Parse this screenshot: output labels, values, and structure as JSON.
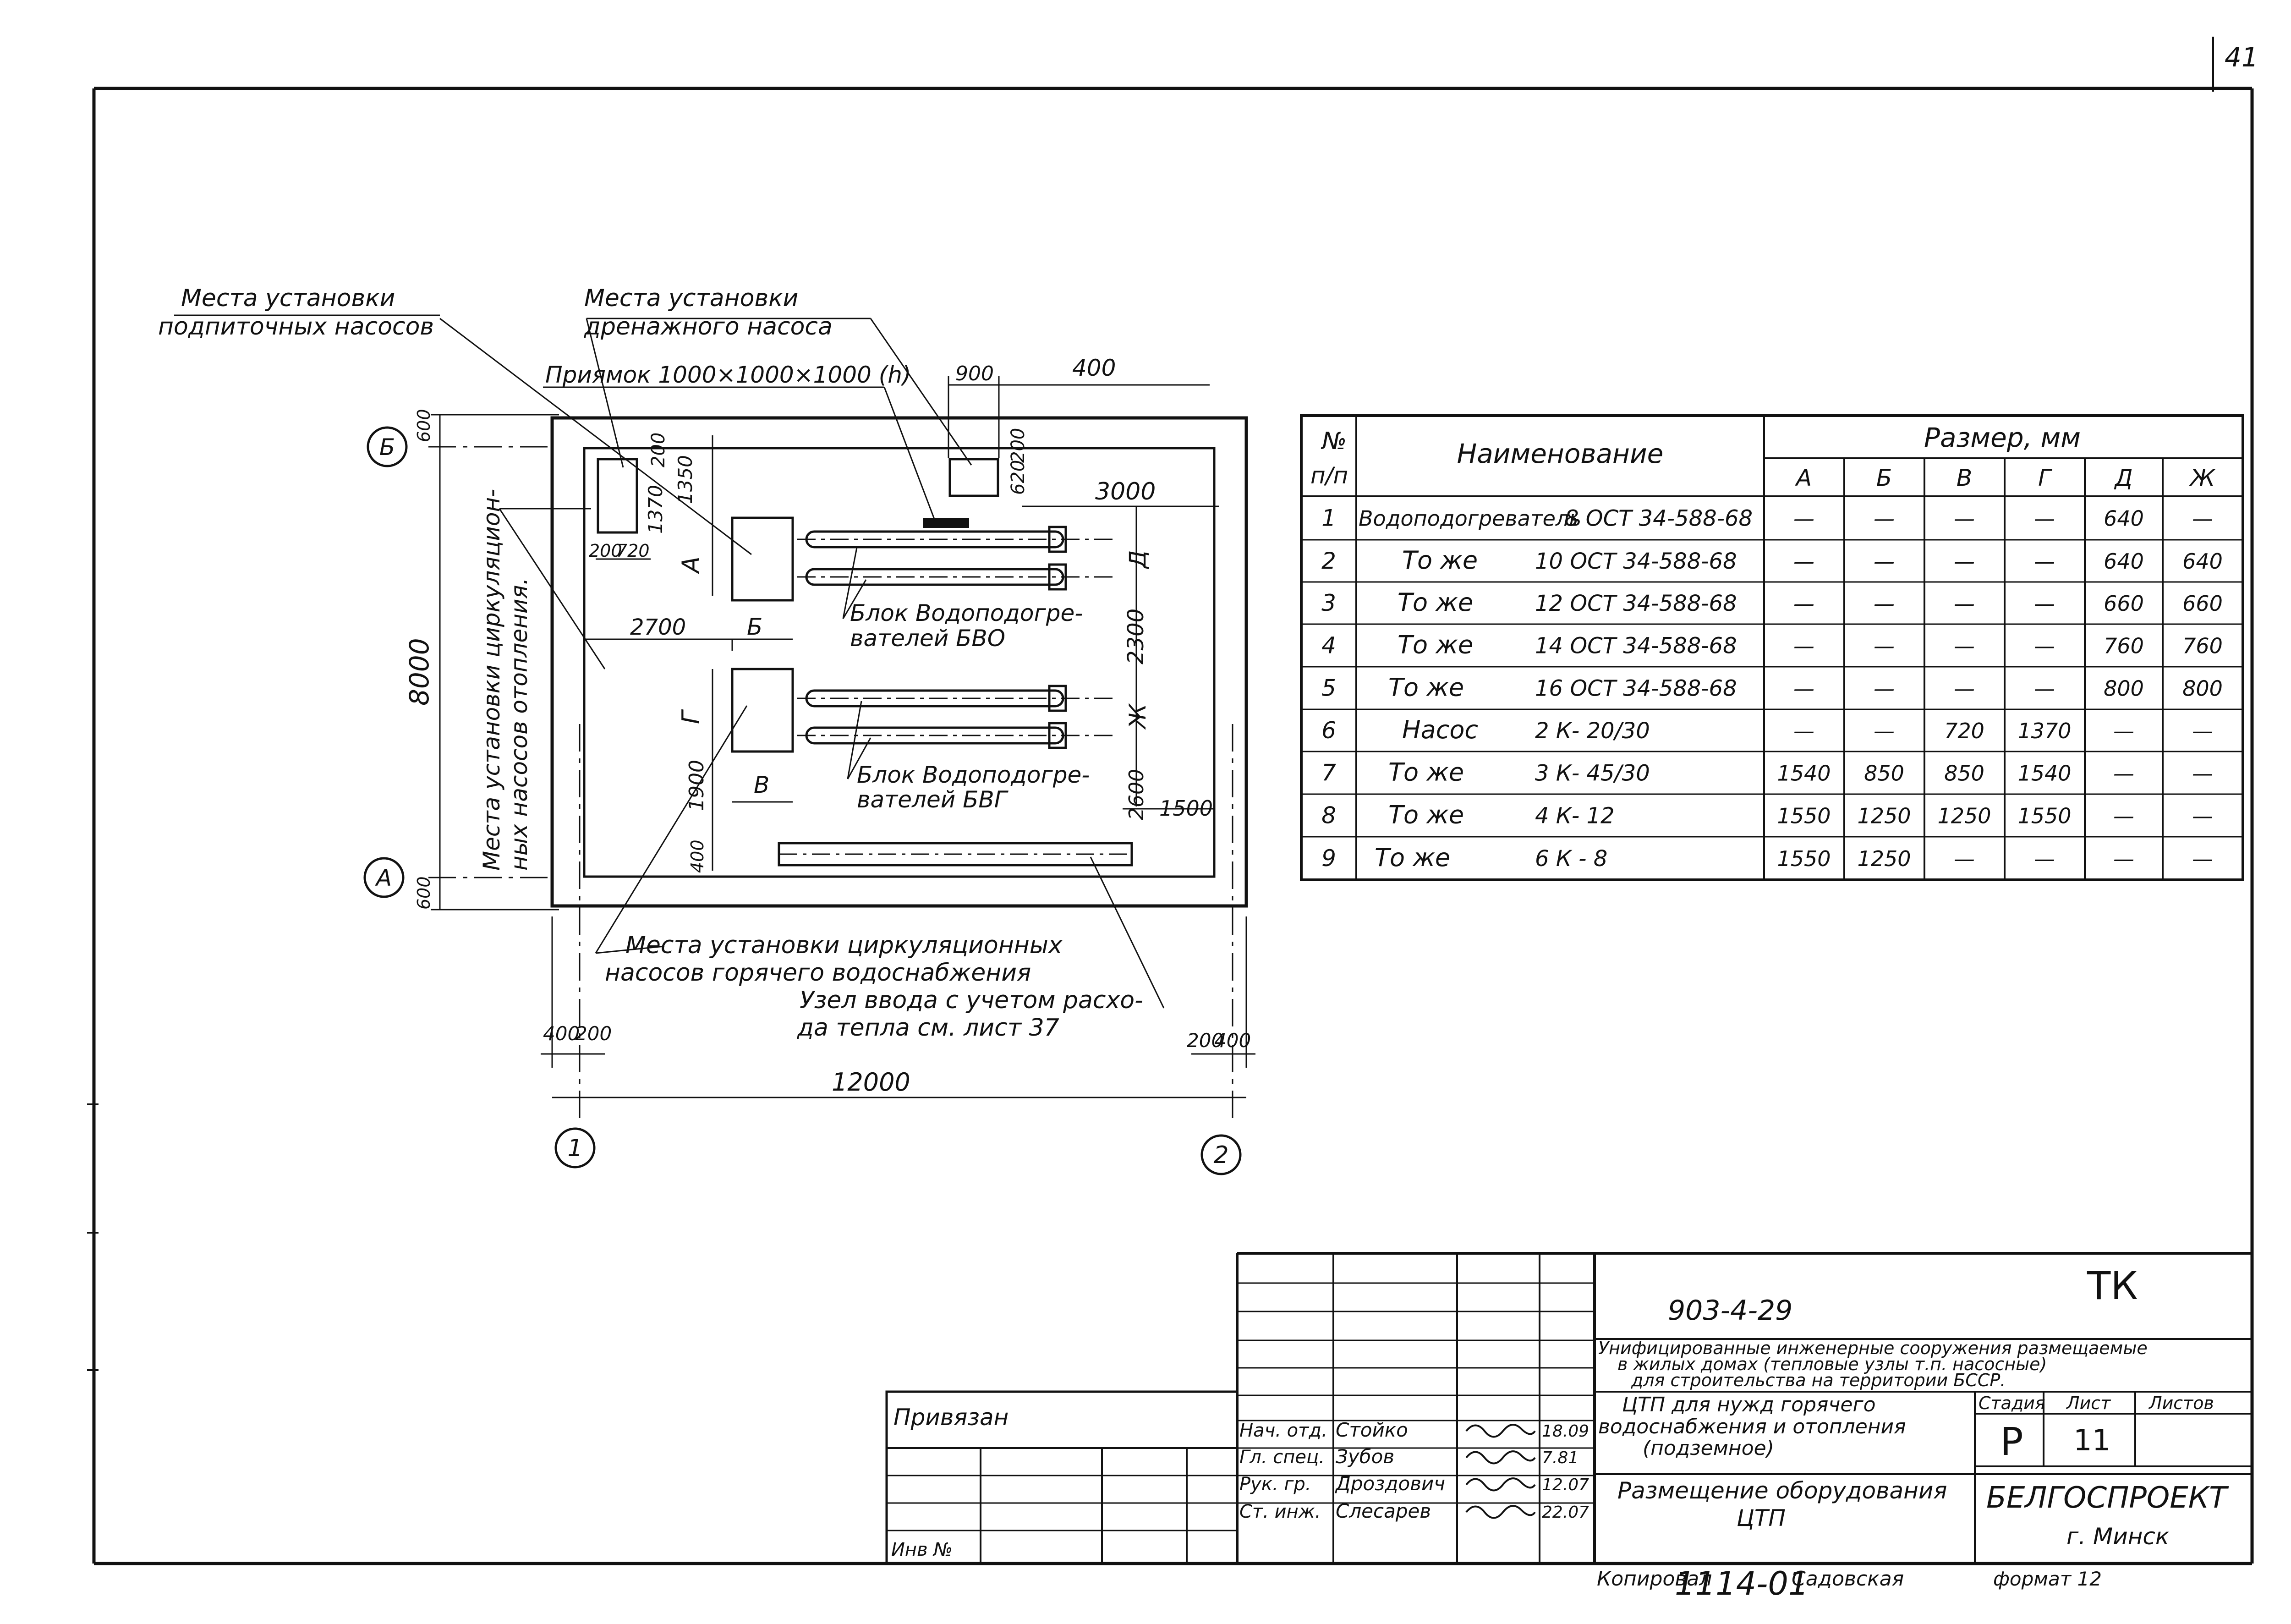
{
  "page_number": "41",
  "plan": {
    "callouts": {
      "makeup_pumps": [
        "Места установки",
        "подпиточных насосов"
      ],
      "drain_pump": [
        "Места установки",
        "дренажного насоса"
      ],
      "pit": "Приямок 1000×1000×1000 (h)",
      "circulation_heating": [
        "Места установки циркуляцион-",
        "ных насосов отопления."
      ],
      "circulation_hot_water": [
        "Места установки циркуляционных",
        "насосов горячего водоснабжения"
      ],
      "inlet_node": [
        "Узел ввода с учетом расхо-",
        "да тепла см. лист 37"
      ],
      "block_bvo": [
        "Блок Водоподогре-",
        "вателей БВО"
      ],
      "block_bvg": [
        "Блок Водоподогре-",
        "вателей БВГ"
      ]
    },
    "dimensions": {
      "d900": "900",
      "d400_top": "400",
      "d200_top": "200",
      "d620": "620",
      "d3000": "3000",
      "d1370": "1370",
      "d1350": "1350",
      "d200_left": "200",
      "d200_bot": "200",
      "d720": "720",
      "d2700": "2700",
      "d2300": "2300",
      "d8000": "8000",
      "d1900": "1900",
      "d2600": "2600",
      "d1500": "1500",
      "d400_in": "400",
      "d600_top": "600",
      "d600_bot": "600",
      "d400_l": "400",
      "d200_l": "200",
      "d200_r": "200",
      "d400_r": "400",
      "d12000": "12000"
    },
    "letters": {
      "A": "А",
      "B": "Б",
      "V": "В",
      "G": "Г",
      "D": "Д",
      "Zh": "Ж"
    },
    "axes": {
      "b": "Б",
      "a": "А",
      "one": "1",
      "two": "2"
    }
  },
  "table": {
    "header": {
      "num": [
        "№",
        "п/п"
      ],
      "name": "Наименование",
      "size": "Размер, мм"
    },
    "columns": [
      "А",
      "Б",
      "В",
      "Г",
      "Д",
      "Ж"
    ],
    "rows": [
      {
        "n": "1",
        "name": "Водоподогреватель",
        "spec": "8 ОСТ 34-588-68",
        "vals": [
          "—",
          "—",
          "—",
          "—",
          "640",
          "—"
        ]
      },
      {
        "n": "2",
        "name": "То же",
        "spec": "10 ОСТ 34-588-68",
        "vals": [
          "—",
          "—",
          "—",
          "—",
          "640",
          "640"
        ]
      },
      {
        "n": "3",
        "name": "То же",
        "spec": "12 ОСТ 34-588-68",
        "vals": [
          "—",
          "—",
          "—",
          "—",
          "660",
          "660"
        ]
      },
      {
        "n": "4",
        "name": "То же",
        "spec": "14 ОСТ 34-588-68",
        "vals": [
          "—",
          "—",
          "—",
          "—",
          "760",
          "760"
        ]
      },
      {
        "n": "5",
        "name": "То же",
        "spec": "16 ОСТ 34-588-68",
        "vals": [
          "—",
          "—",
          "—",
          "—",
          "800",
          "800"
        ]
      },
      {
        "n": "6",
        "name": "Насос",
        "spec": "2 К- 20/30",
        "vals": [
          "—",
          "—",
          "720",
          "1370",
          "—",
          "—"
        ]
      },
      {
        "n": "7",
        "name": "То же",
        "spec": "3 К- 45/30",
        "vals": [
          "1540",
          "850",
          "850",
          "1540",
          "—",
          "—"
        ]
      },
      {
        "n": "8",
        "name": "То же",
        "spec": "4 К- 12",
        "vals": [
          "1550",
          "1250",
          "1250",
          "1550",
          "—",
          "—"
        ]
      },
      {
        "n": "9",
        "name": "То же",
        "spec": "6 К - 8",
        "vals": [
          "1550",
          "1250",
          "—",
          "—",
          "—",
          "—"
        ]
      }
    ]
  },
  "title_block": {
    "code": "903-4-29",
    "mark": "ТК",
    "project": [
      "Унифицированные инженерные сооружения размещаемые",
      "в жилых домах (тепловые узлы т.п. насосные)",
      "для строительства на территории БССР."
    ],
    "object": [
      "ЦТП для нужд горячего",
      "водоснабжения и отопления",
      "(подземное)"
    ],
    "sheet_title": [
      "Размещение оборудования",
      "ЦТП"
    ],
    "stage_label": "Стадия",
    "sheet_label": "Лист",
    "sheets_label": "Листов",
    "stage": "Р",
    "sheet": "11",
    "org": "БЕЛГОСПРОЕКТ",
    "city": "г. Минск",
    "tied": "Привязан",
    "inv": "Инв №",
    "staff": [
      {
        "role": "Нач. отд.",
        "name": "Стойко",
        "date": "18.09"
      },
      {
        "role": "Гл. спец.",
        "name": "Зубов",
        "date": "7.81"
      },
      {
        "role": "Рук. гр.",
        "name": "Дроздович",
        "date": "12.07"
      },
      {
        "role": "Ст. инж.",
        "name": "Слесарев",
        "date": "22.07"
      }
    ],
    "copied_label": "Копировал",
    "copied_number": "1114-01",
    "copied_by": "Садовская",
    "format": "формат 12"
  }
}
